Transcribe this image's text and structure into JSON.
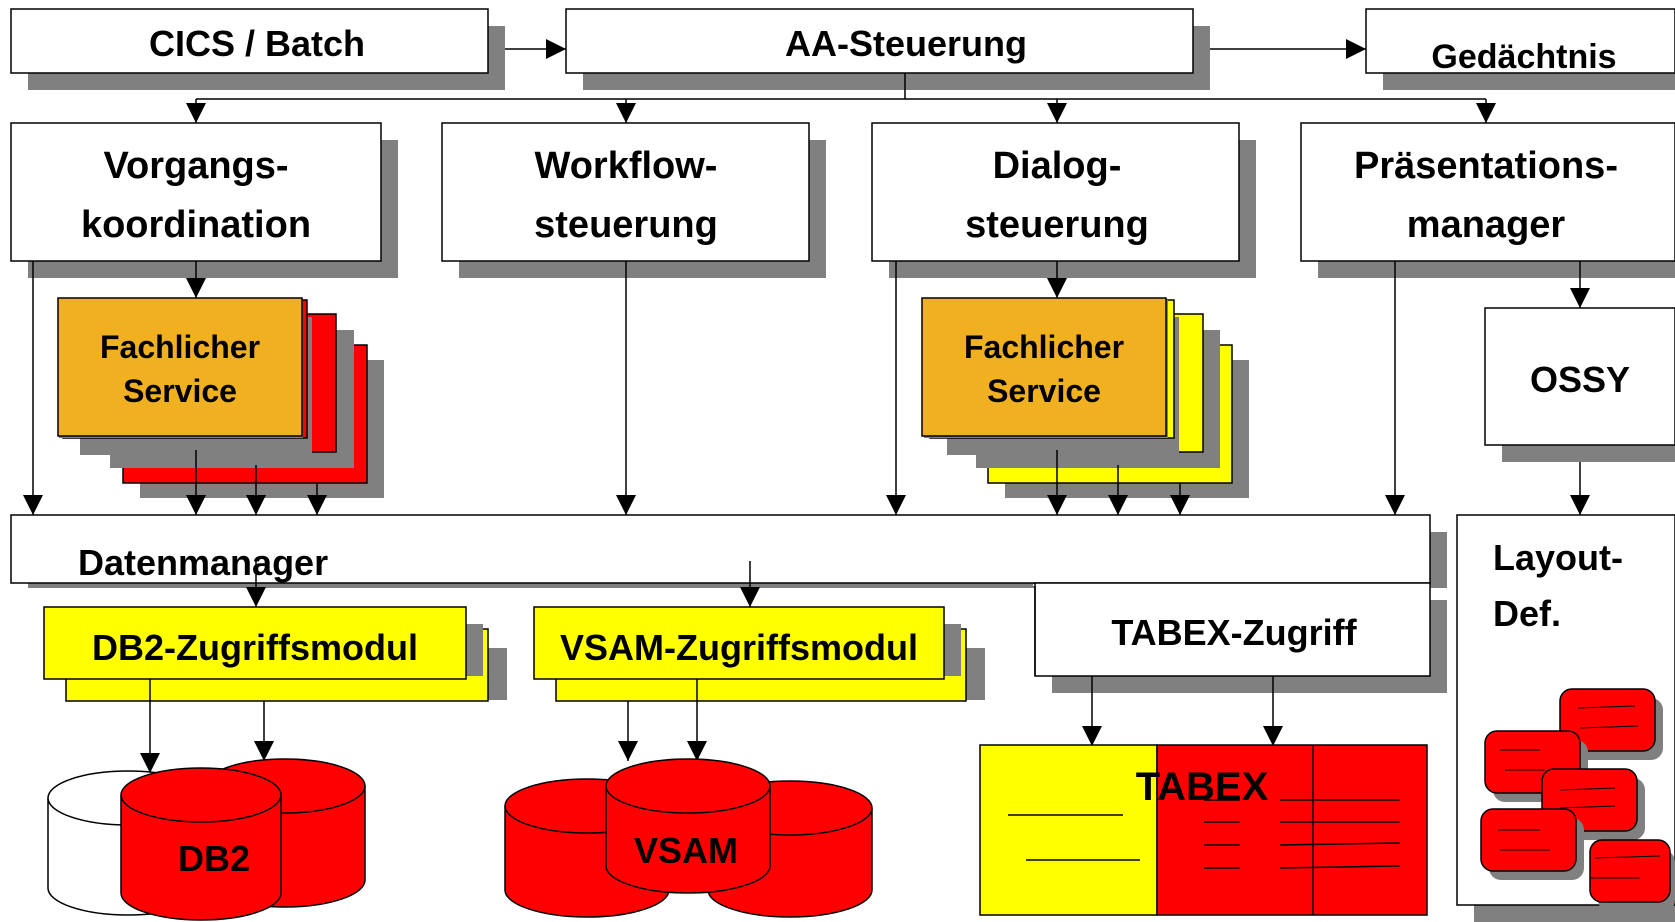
{
  "boxes": {
    "cics": "CICS / Batch",
    "aa": "AA-Steuerung",
    "gedaechtnis": "Gedächtnis",
    "vorgang_l1": "Vorgangs-",
    "vorgang_l2": "koordination",
    "workflow_l1": "Workflow-",
    "workflow_l2": "steuerung",
    "dialog_l1": "Dialog-",
    "dialog_l2": "steuerung",
    "praes_l1": "Präsentations-",
    "praes_l2": "manager",
    "fach1_l1": "Fachlicher",
    "fach1_l2": "Service",
    "fach2_l1": "Fachlicher",
    "fach2_l2": "Service",
    "ossy": "OSSY",
    "datenmanager": "Datenmanager",
    "db2_modul": "DB2-Zugriffsmodul",
    "vsam_modul": "VSAM-Zugriffsmodul",
    "tabex_zugriff": "TABEX-Zugriff",
    "layout_l1": "Layout-",
    "layout_l2": "Def.",
    "db2": "DB2",
    "vsam": "VSAM",
    "tabex": "TABEX"
  },
  "colors": {
    "shadow": "#808080",
    "red": "#ff0000",
    "yellow": "#ffff00",
    "orange": "#f0b020"
  }
}
